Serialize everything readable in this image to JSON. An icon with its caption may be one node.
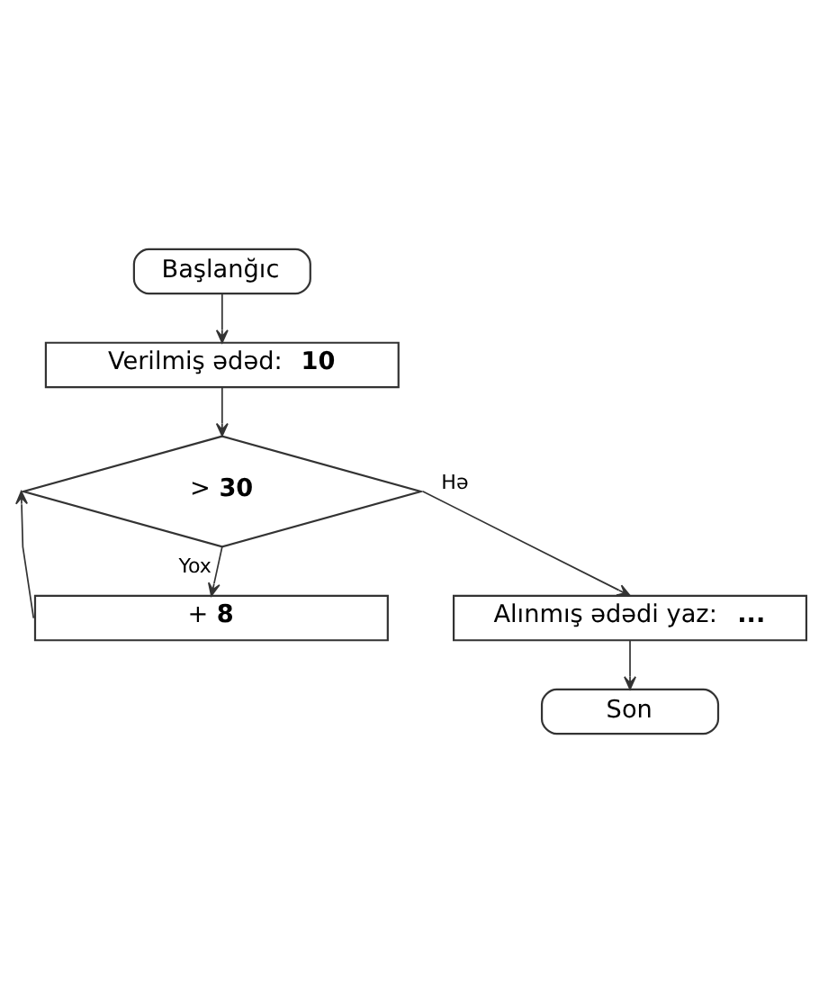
{
  "diagram": {
    "nodes": [
      {
        "text": [
          "Başlanğıc"
        ]
      },
      {
        "text": [
          "Verilmiş ədəd:  **10**"
        ]
      },
      {
        "text": [
          "> **30**"
        ]
      },
      {
        "text": [
          "+ **8**"
        ]
      },
      {
        "text": [
          "Alınmış ədədi yaz:  **...**"
        ]
      },
      {
        "text": [
          "Son"
        ]
      }
    ],
    "edges": [
      {
        "from": 0,
        "to": 1,
        "arrow": "to"
      },
      {
        "from": 1,
        "to": 2,
        "arrow": "to"
      },
      {
        "from": 2,
        "to": 3,
        "label": "Yox",
        "arrow": "to"
      },
      {
        "from": 3,
        "to": 2,
        "arrow": "to"
      },
      {
        "from": 2,
        "to": 4,
        "label": "Hə",
        "arrow": "to"
      },
      {
        "from": 4,
        "to": 5,
        "arrow": "to"
      }
    ]
  }
}
